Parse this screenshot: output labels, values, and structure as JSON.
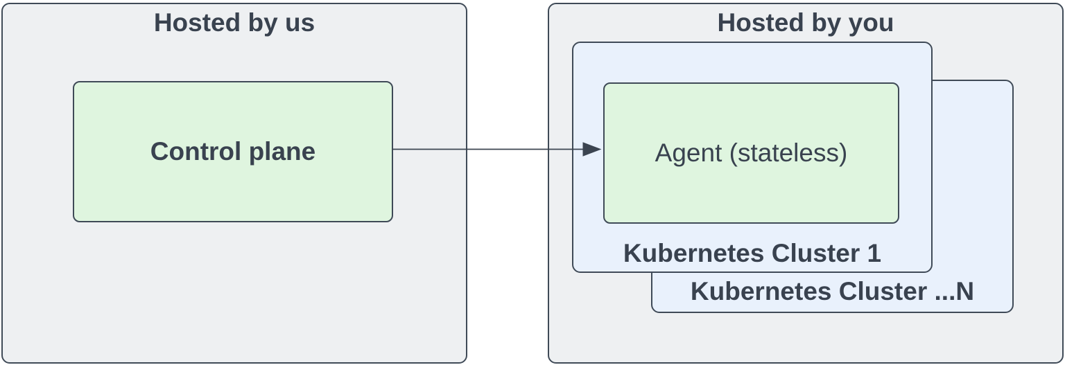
{
  "diagram": {
    "left_container": {
      "title": "Hosted by us",
      "node": {
        "label": "Control plane"
      }
    },
    "right_container": {
      "title": "Hosted by you",
      "cluster_front": {
        "label": "Kubernetes Cluster 1",
        "node": {
          "label": "Agent (stateless)"
        }
      },
      "cluster_back": {
        "label": "Kubernetes Cluster ...N"
      }
    },
    "edges": [
      {
        "name": "control-plane-to-agent",
        "from": "Control plane",
        "to": "Agent (stateless)",
        "style": "solid-arrow"
      }
    ],
    "colors": {
      "canvas_bg": "#ffffff",
      "container_fill": "#eef0f2",
      "cluster_fill": "#e9f1fc",
      "node_fill": "#dff5df",
      "border": "#3f4a57",
      "text": "#39424f",
      "arrow": "#3b4450"
    }
  }
}
